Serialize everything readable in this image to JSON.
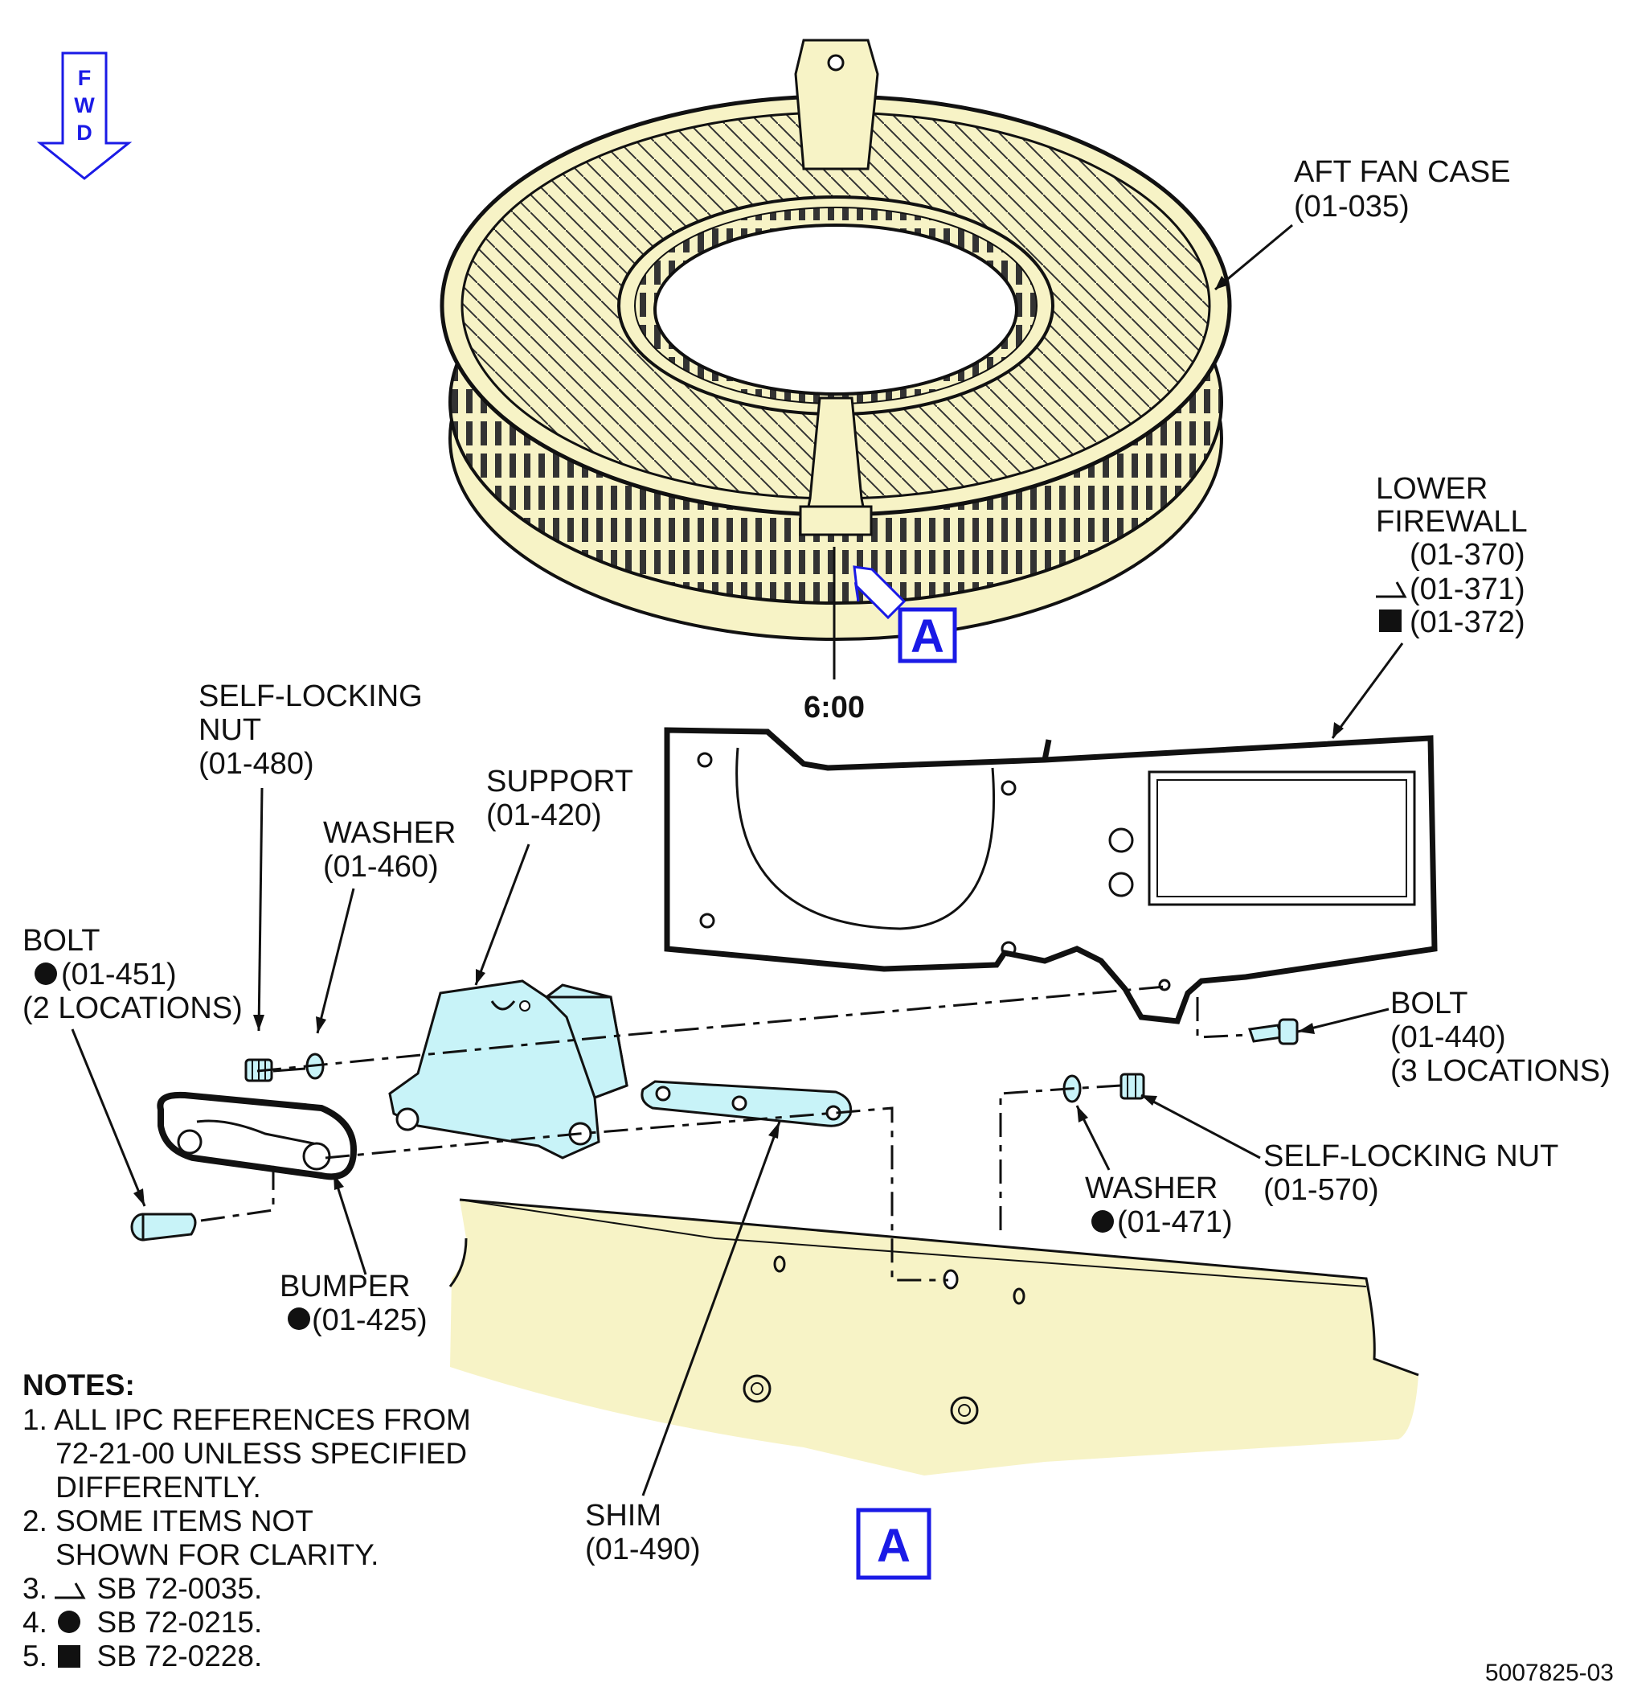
{
  "fwd_arrow": {
    "letters": [
      "F",
      "W",
      "D"
    ],
    "color": "#1a1ae6"
  },
  "colors": {
    "engine_fill": "#f7f3c6",
    "part_fill": "#c8f3f8",
    "line": "#111111",
    "callout_blue": "#1a1ae6"
  },
  "labels": {
    "aft_fan_case": {
      "name": "AFT FAN CASE",
      "ref": "(01-035)"
    },
    "lower_firewall": {
      "name1": "LOWER",
      "name2": "FIREWALL",
      "ref1": "(01-370)",
      "ref2": "(01-371)",
      "ref3": "(01-372)"
    },
    "self_locking_nut_480": {
      "name1": "SELF-LOCKING",
      "name2": "NUT",
      "ref": "(01-480)"
    },
    "support": {
      "name": "SUPPORT",
      "ref": "(01-420)"
    },
    "washer_460": {
      "name": "WASHER",
      "ref": "(01-460)"
    },
    "bolt_451": {
      "name": "BOLT",
      "ref": "(01-451)",
      "qty": "(2 LOCATIONS)"
    },
    "bolt_440": {
      "name": "BOLT",
      "ref": "(01-440)",
      "qty": "(3 LOCATIONS)"
    },
    "self_locking_nut_570": {
      "name": "SELF-LOCKING NUT",
      "ref": "(01-570)"
    },
    "washer_471": {
      "name": "WASHER",
      "ref": "(01-471)"
    },
    "bumper": {
      "name": "BUMPER",
      "ref": "(01-425)"
    },
    "shim": {
      "name": "SHIM",
      "ref": "(01-490)"
    },
    "clock_position": "6:00",
    "view_callout": "A",
    "drawing_number": "5007825-03"
  },
  "notes": {
    "heading": "NOTES:",
    "items": [
      "1. ALL IPC REFERENCES FROM",
      "    72-21-00 UNLESS SPECIFIED",
      "    DIFFERENTLY.",
      "2. SOME ITEMS NOT",
      "    SHOWN FOR CLARITY.",
      "3.      SB 72-0035.",
      "4.      SB 72-0215.",
      "5.      SB 72-0228."
    ]
  }
}
